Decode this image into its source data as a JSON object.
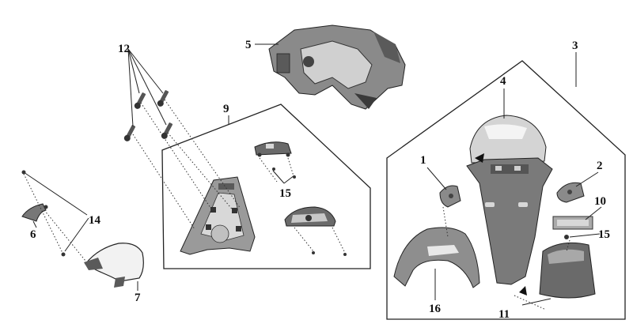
{
  "diagram": {
    "colors": {
      "ink": "#111111",
      "part_dark": "#5a5a5a",
      "part_mid": "#8a8a8a",
      "part_light": "#c8c8c8",
      "background": "#ffffff"
    },
    "callouts": {
      "c1": "1",
      "c2": "2",
      "c3": "3",
      "c4": "4",
      "c5": "5",
      "c6": "6",
      "c7": "7",
      "c9": "9",
      "c10": "10",
      "c11": "11",
      "c12": "12",
      "c14": "14",
      "c15a": "15",
      "c15b": "15",
      "c16": "16"
    }
  }
}
